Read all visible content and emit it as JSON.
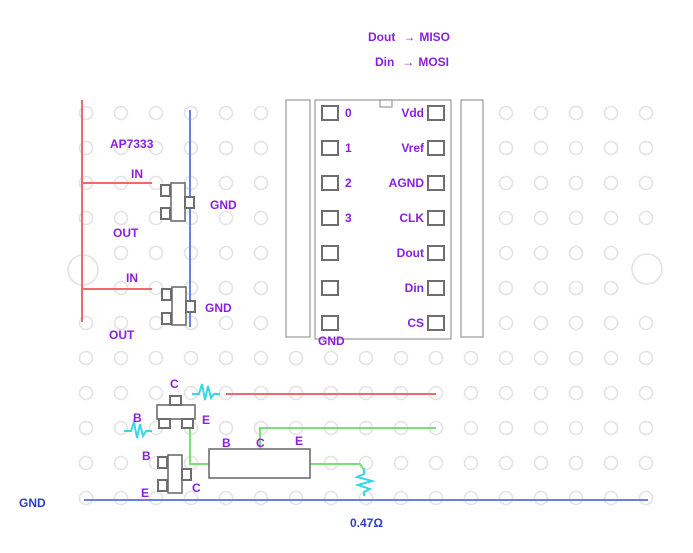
{
  "legend": {
    "line1": {
      "from": "Dout",
      "arrow": "→",
      "to": "MISO"
    },
    "line2": {
      "from": "Din",
      "arrow": "→",
      "to": "MOSI"
    }
  },
  "regulators": {
    "part_label": "AP7333",
    "top": {
      "in": "IN",
      "out": "OUT",
      "gnd": "GND"
    },
    "bottom": {
      "in": "IN",
      "out": "OUT",
      "gnd": "GND"
    }
  },
  "chip": {
    "left_pins": [
      "0",
      "1",
      "2",
      "3",
      "",
      "",
      ""
    ],
    "right_pins": [
      "Vdd",
      "Vref",
      "AGND",
      "CLK",
      "Dout",
      "Din",
      "CS"
    ],
    "bottom_label": "GND"
  },
  "transistors": {
    "q1": {
      "c": "C",
      "b": "B",
      "e": "E"
    },
    "q2": {
      "b": "B",
      "e": "E",
      "c": "C"
    },
    "q3": {
      "b": "B",
      "c": "C",
      "e": "E"
    }
  },
  "rails": {
    "gnd_label": "GND",
    "resistor_value": "0.47Ω"
  },
  "colors": {
    "positive_wire": "#f06a6a",
    "ground_wire": "#6a80e8",
    "signal_wire": "#7be07b",
    "resistor": "#3ad6e6",
    "label": "#8a1fe0",
    "label_blue": "#2a3fc8"
  }
}
